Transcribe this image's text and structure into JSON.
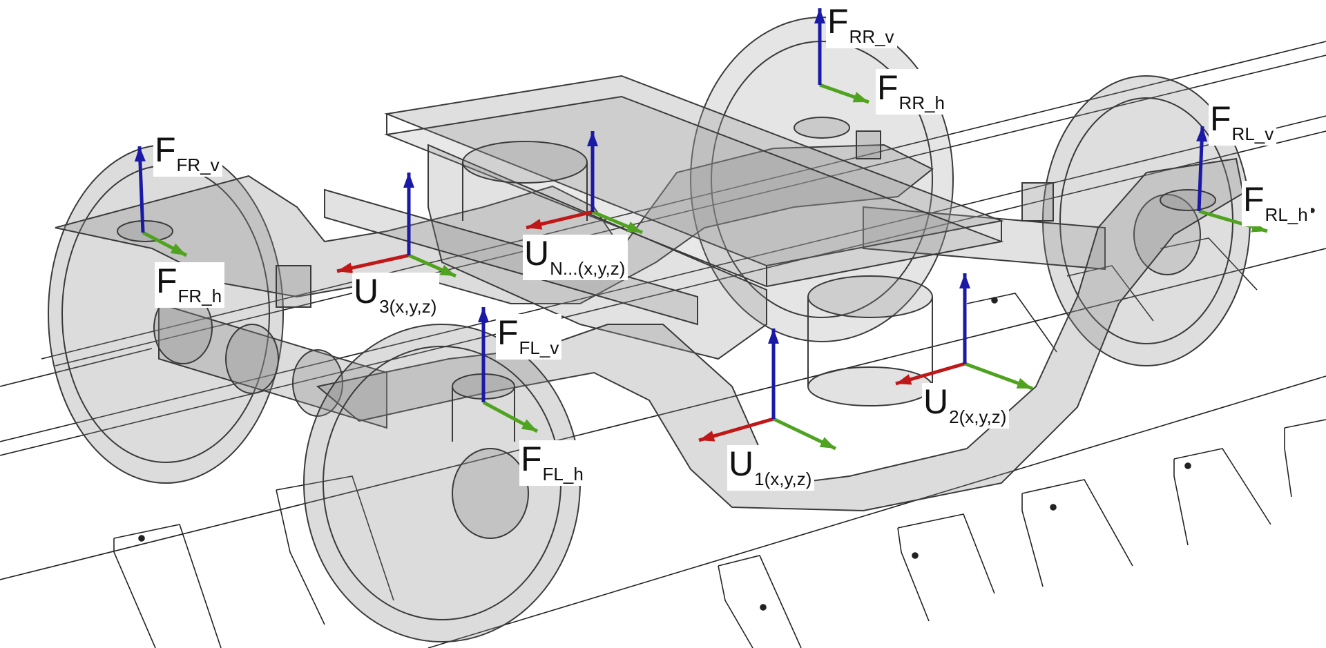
{
  "labels": {
    "f_fr_v": {
      "main": "F",
      "sub": "FR_v"
    },
    "f_fr_h": {
      "main": "F",
      "sub": "FR_h"
    },
    "u3": {
      "main": "U",
      "sub": "3(x,y,z)"
    },
    "un": {
      "main": "U",
      "sub": "N...(x,y,z)"
    },
    "f_fl_v": {
      "main": "F",
      "sub": "FL_v"
    },
    "f_fl_h": {
      "main": "F",
      "sub": "FL_h"
    },
    "u1": {
      "main": "U",
      "sub": "1(x,y,z)"
    },
    "u2": {
      "main": "U",
      "sub": "2(x,y,z)"
    },
    "f_rr_v": {
      "main": "F",
      "sub": "RR_v"
    },
    "f_rr_h": {
      "main": "F",
      "sub": "RR_h"
    },
    "f_rl_v": {
      "main": "F",
      "sub": "RL_v"
    },
    "f_rl_h": {
      "main": "F",
      "sub": "RL_h"
    }
  },
  "colors": {
    "vertical_axis": "#1a1aa6",
    "horizontal_axis": "#4fa31f",
    "longitudinal_axis": "#c01818",
    "body_fill": "#8a8a8a",
    "outline": "#3a3a3a"
  }
}
